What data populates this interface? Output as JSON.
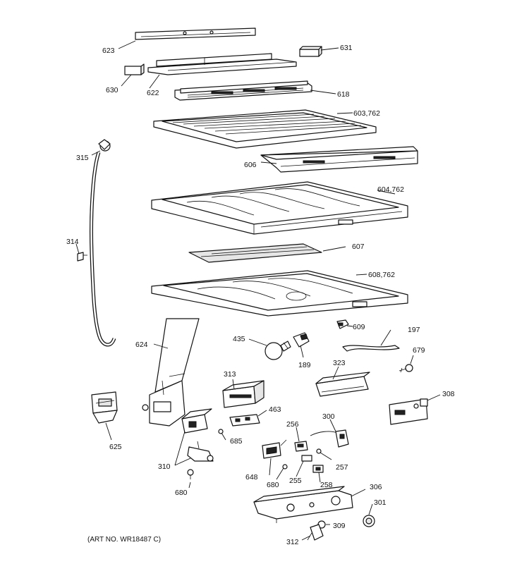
{
  "labels": {
    "p623": "623",
    "p631": "631",
    "p630": "630",
    "p622": "622",
    "p618": "618",
    "p603": "603,762",
    "p606": "606",
    "p315": "315",
    "p604": "604,762",
    "p314": "314",
    "p607": "607",
    "p608": "608,762",
    "p609": "609",
    "p197": "197",
    "p435": "435",
    "p624": "624",
    "p189": "189",
    "p679": "679",
    "p323": "323",
    "p313": "313",
    "p308": "308",
    "p463": "463",
    "p300": "300",
    "p625": "625",
    "p256": "256",
    "p685": "685",
    "p310": "310",
    "p648": "648",
    "p257": "257",
    "p680a": "680",
    "p255": "255",
    "p258": "258",
    "p680b": "680",
    "p306": "306",
    "p301": "301",
    "p309": "309",
    "p312": "312"
  },
  "art_number": "(ART NO. WR18487 C)"
}
